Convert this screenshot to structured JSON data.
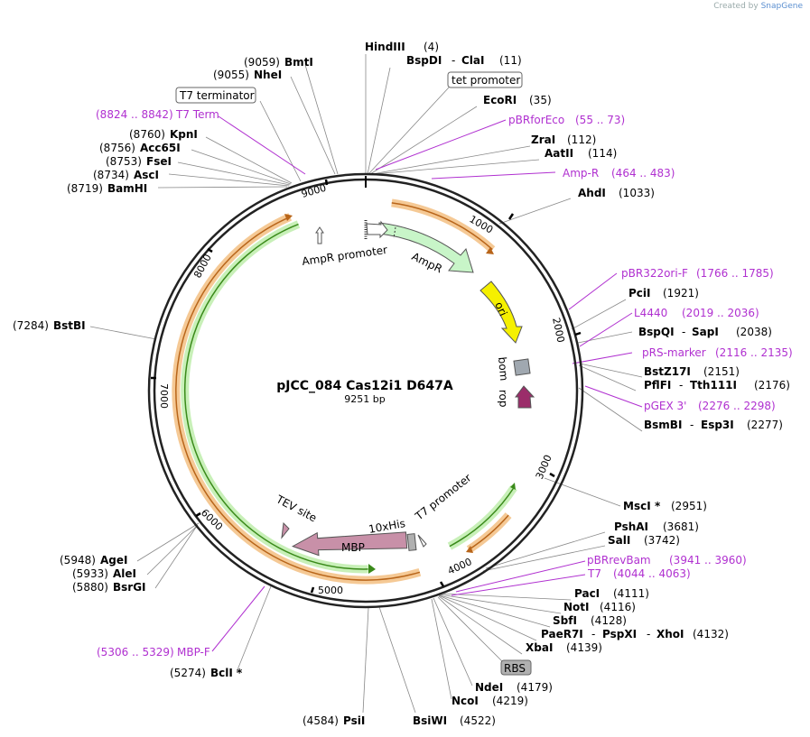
{
  "credit": {
    "prefix": "Created by",
    "brand": "SnapGene"
  },
  "plasmid": {
    "name": "pJCC_084 Cas12i1 D647A",
    "length": "9251 bp"
  },
  "colors": {
    "ring": "#222222",
    "orange_band": "#f5c995",
    "orange_arrow": "#b8651a",
    "green_band": "#c8f0b8",
    "green_arrow": "#3a8a1a",
    "ampr": "#c8f5c8",
    "ori": "#f5f000",
    "rop": "#9b2d6a",
    "mbp": "#c890a8",
    "primer": "#b030d0",
    "bom": "#a0a8b0"
  },
  "features": {
    "ampr_promoter": "AmpR promoter",
    "ampr": "AmpR",
    "ori": "ori",
    "bom": "bom",
    "rop": "rop",
    "tev": "TEV site",
    "his": "10xHis",
    "t7_promoter": "T7 promoter",
    "mbp": "MBP"
  },
  "ticks": [
    "1000",
    "2000",
    "3000",
    "4000",
    "5000",
    "6000",
    "7000",
    "8000",
    "9000"
  ],
  "sites": [
    {
      "pos": "(4)",
      "name": "HindIII"
    },
    {
      "name": "BspDI",
      "sep": "-",
      "name2": "ClaI",
      "pos": "(11)"
    },
    {
      "box": "tet promoter"
    },
    {
      "name": "EcoRI",
      "pos": "(35)"
    },
    {
      "primer": "pBRforEco",
      "range": "(55 .. 73)"
    },
    {
      "name": "ZraI",
      "pos": "(112)"
    },
    {
      "name": "AatII",
      "pos": "(114)"
    },
    {
      "primer": "Amp-R",
      "range": "(464 .. 483)"
    },
    {
      "name": "AhdI",
      "pos": "(1033)"
    },
    {
      "primer": "pBR322ori-F",
      "range": "(1766 .. 1785)"
    },
    {
      "name": "PciI",
      "pos": "(1921)"
    },
    {
      "primer": "L4440",
      "range": "(2019 .. 2036)"
    },
    {
      "name": "BspQI",
      "sep": "-",
      "name2": "SapI",
      "pos": "(2038)"
    },
    {
      "primer": "pRS-marker",
      "range": "(2116 .. 2135)"
    },
    {
      "name": "BstZ17I",
      "pos": "(2151)"
    },
    {
      "name": "PflFI",
      "sep": "-",
      "name2": "Tth111I",
      "pos": "(2176)"
    },
    {
      "primer": "pGEX 3'",
      "range": "(2276 .. 2298)"
    },
    {
      "name": "BsmBI",
      "sep": "-",
      "name2": "Esp3I",
      "pos": "(2277)"
    },
    {
      "name": "MscI",
      "star": "*",
      "pos": "(2951)"
    },
    {
      "name": "PshAI",
      "pos": "(3681)"
    },
    {
      "name": "SalI",
      "pos": "(3742)"
    },
    {
      "primer": "pBRrevBam",
      "range": "(3941 .. 3960)"
    },
    {
      "primer": "T7",
      "range": "(4044 .. 4063)"
    },
    {
      "name": "PacI",
      "pos": "(4111)"
    },
    {
      "name": "NotI",
      "pos": "(4116)"
    },
    {
      "name": "SbfI",
      "pos": "(4128)"
    },
    {
      "name": "PaeR7I",
      "sep": "-",
      "name2": "PspXI",
      "sep2": "-",
      "name3": "XhoI",
      "pos": "(4132)"
    },
    {
      "name": "XbaI",
      "pos": "(4139)"
    },
    {
      "box": "RBS"
    },
    {
      "name": "NdeI",
      "pos": "(4179)"
    },
    {
      "name": "NcoI",
      "pos": "(4219)"
    },
    {
      "name": "BsiWI",
      "pos": "(4522)"
    },
    {
      "pos": "(4584)",
      "name": "PsiI"
    },
    {
      "pos": "(5274)",
      "name": "BclI",
      "star": "*"
    },
    {
      "range": "(5306 .. 5329)",
      "primer": "MBP-F"
    },
    {
      "pos": "(5880)",
      "name": "BsrGI"
    },
    {
      "pos": "(5933)",
      "name": "AleI"
    },
    {
      "pos": "(5948)",
      "name": "AgeI"
    },
    {
      "pos": "(7284)",
      "name": "BstBI"
    },
    {
      "pos": "(8719)",
      "name": "BamHI"
    },
    {
      "pos": "(8734)",
      "name": "AscI"
    },
    {
      "pos": "(8753)",
      "name": "FseI"
    },
    {
      "pos": "(8756)",
      "name": "Acc65I"
    },
    {
      "pos": "(8760)",
      "name": "KpnI"
    },
    {
      "range": "(8824 .. 8842)",
      "primer": "T7 Term"
    },
    {
      "box": "T7 terminator"
    },
    {
      "pos": "(9055)",
      "name": "NheI"
    },
    {
      "pos": "(9059)",
      "name": "BmtI"
    }
  ]
}
